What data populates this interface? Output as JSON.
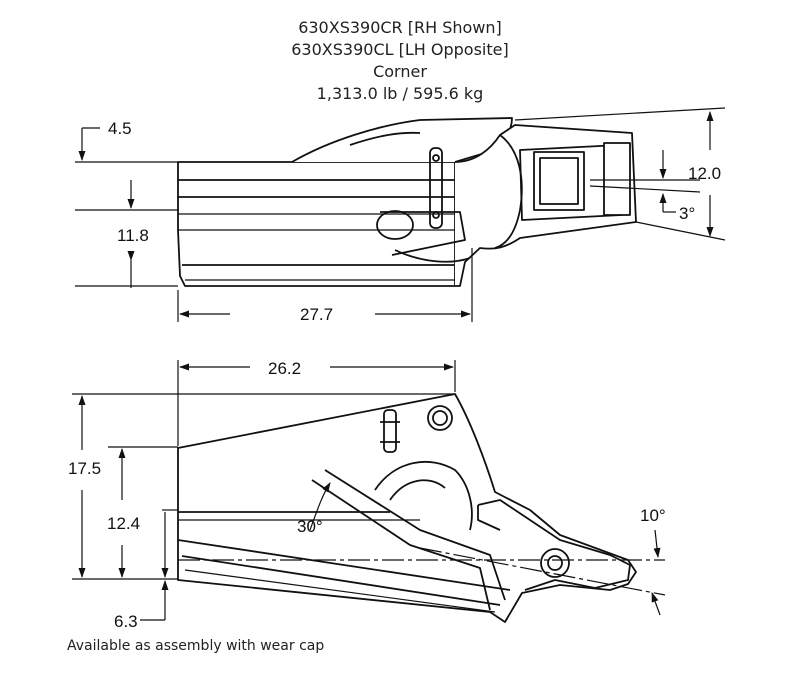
{
  "header": {
    "part_rh": "630XS390CR [RH Shown]",
    "part_lh": "630XS390CL [LH Opposite]",
    "type": "Corner",
    "weight": "1,313.0 lb / 595.6 kg"
  },
  "top_view": {
    "dim_top_offset": "4.5",
    "dim_left_height": "11.8",
    "dim_length": "27.7",
    "dim_right_height": "12.0",
    "dim_angle": "3°"
  },
  "side_view": {
    "dim_length": "26.2",
    "dim_total_height": "17.5",
    "dim_mid_height": "12.4",
    "dim_bottom_offset": "6.3",
    "dim_angle_inner": "30°",
    "dim_angle_tip": "10°"
  },
  "footer": {
    "note": "Available as assembly with wear cap"
  }
}
